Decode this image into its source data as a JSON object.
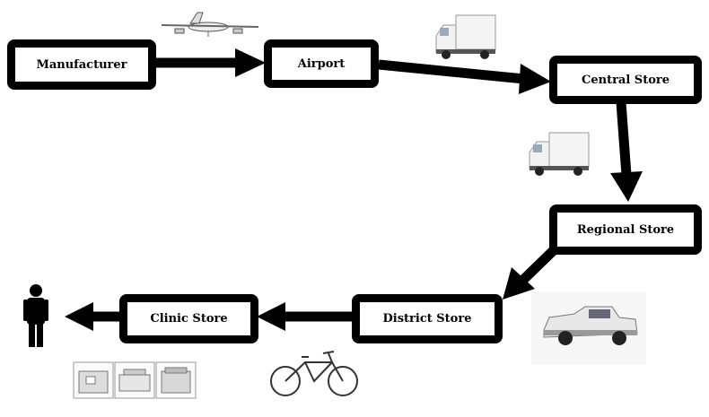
{
  "nodes": {
    "manufacturer": "Manufacturer",
    "airport": "Airport",
    "central": "Central Store",
    "regional": "Regional Store",
    "district": "District Store",
    "clinic": "Clinic Store"
  },
  "icons": {
    "airplane": "airplane-icon",
    "truck_top": "refrigerated-truck-icon",
    "truck_mid": "refrigerated-truck-icon",
    "pickup": "pickup-truck-icon",
    "bicycle": "bicycle-icon",
    "coolers": "cold-box-icons",
    "person": "person-icon"
  },
  "colors": {
    "box_border": "#000000",
    "arrow": "#000000"
  }
}
